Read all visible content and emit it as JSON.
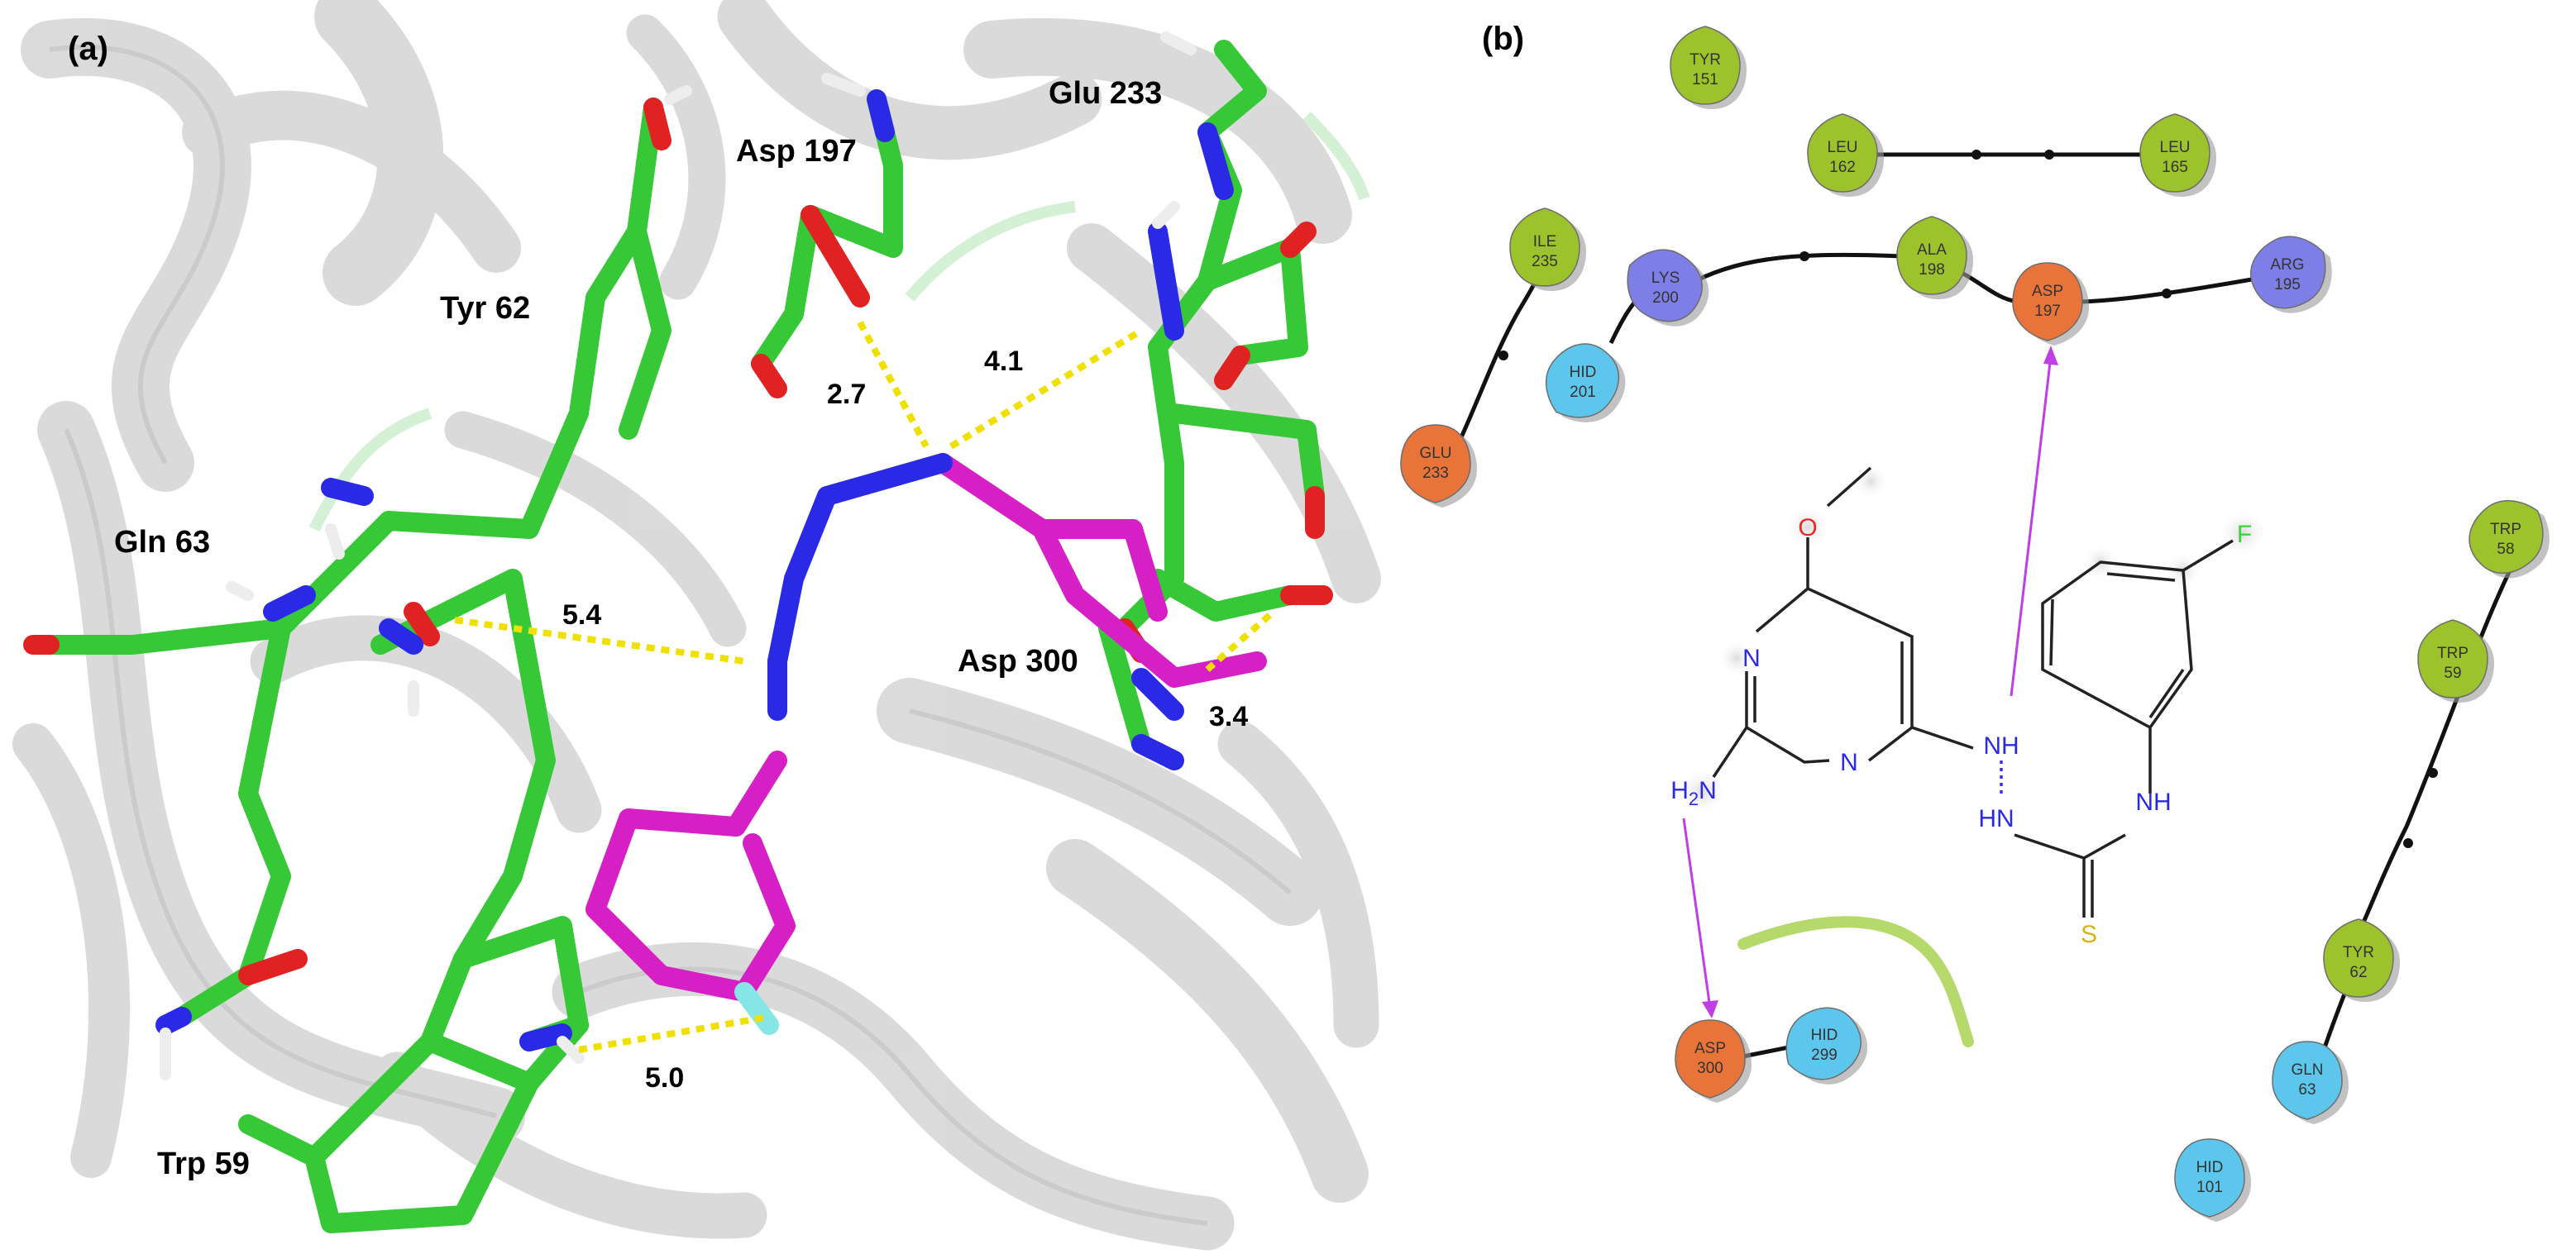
{
  "panels": {
    "a": {
      "label": "(a)"
    },
    "b": {
      "label": "(b)"
    }
  },
  "panel_a": {
    "residue_labels": {
      "asp197": "Asp 197",
      "glu233": "Glu 233",
      "tyr62": "Tyr 62",
      "gln63": "Gln 63",
      "asp300": "Asp 300",
      "trp59": "Trp 59"
    },
    "distances": {
      "d27": "2.7",
      "d41": "4.1",
      "d54": "5.4",
      "d34": "3.4",
      "d50": "5.0"
    }
  },
  "panel_b": {
    "residues": {
      "tyr151": [
        "TYR",
        "151"
      ],
      "leu162": [
        "LEU",
        "162"
      ],
      "leu165": [
        "LEU",
        "165"
      ],
      "ile235": [
        "ILE",
        "235"
      ],
      "lys200": [
        "LYS",
        "200"
      ],
      "ala198": [
        "ALA",
        "198"
      ],
      "asp197": [
        "ASP",
        "197"
      ],
      "arg195": [
        "ARG",
        "195"
      ],
      "hid201": [
        "HID",
        "201"
      ],
      "glu233": [
        "GLU",
        "233"
      ],
      "trp58": [
        "TRP",
        "58"
      ],
      "trp59": [
        "TRP",
        "59"
      ],
      "tyr62": [
        "TYR",
        "62"
      ],
      "gln63": [
        "GLN",
        "63"
      ],
      "asp300": [
        "ASP",
        "300"
      ],
      "hid299": [
        "HID",
        "299"
      ],
      "hid101": [
        "HID",
        "101"
      ]
    },
    "atoms": {
      "o": "O",
      "n1": "N",
      "n2": "N",
      "h2n": "H2N",
      "nh1": "NH",
      "hn": "HN",
      "nh2": "NH",
      "s": "S",
      "f": "F"
    },
    "colors": {
      "hydrophobic": "#9dc32c",
      "negative": "#e8743a",
      "positive": "#7d7fe6",
      "polar": "#5cc6ec",
      "hbond": "#c03ee6",
      "nitrogen": "#2a2ae6",
      "oxygen": "#e62a2a",
      "sulfur": "#d8b21a",
      "fluorine": "#3ad33a"
    }
  }
}
